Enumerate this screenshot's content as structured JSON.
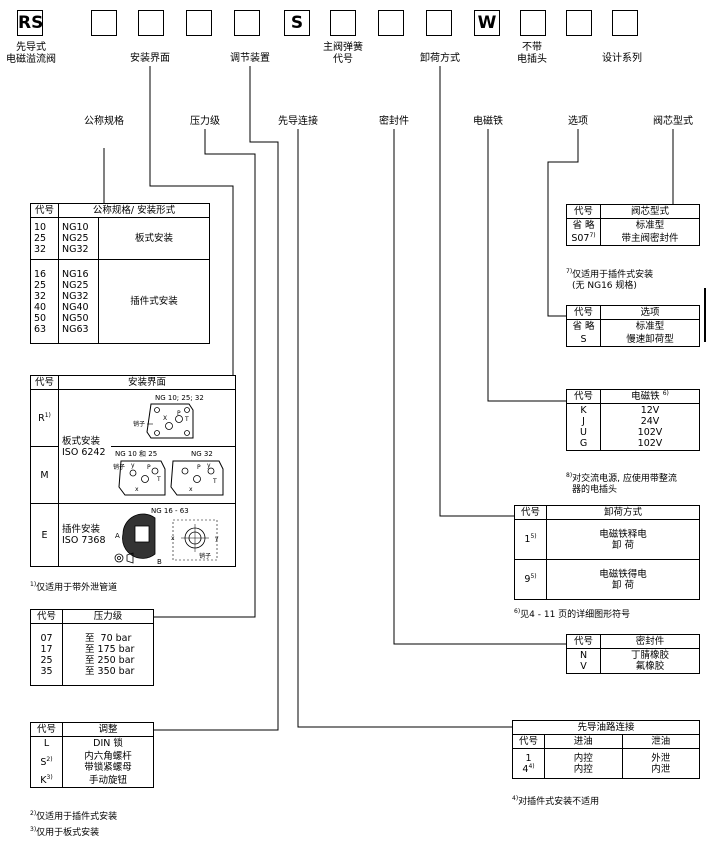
{
  "code_boxes": [
    "RS",
    "",
    "",
    "",
    "",
    "S",
    "",
    "",
    "",
    "W",
    "",
    "",
    ""
  ],
  "top_labels": {
    "pilot_valve": [
      "先导式",
      "电磁溢流阀"
    ],
    "mount_interface": "安装界面",
    "adjust_device": "调节装置",
    "main_spring": [
      "主阀弹簧",
      "代号"
    ],
    "unload_mode": "卸荷方式",
    "no_plug": [
      "不带",
      "电插头"
    ],
    "design_series": "设计系列"
  },
  "second_labels": {
    "nominal_size": "公称规格",
    "pressure_level": "压力级",
    "pilot_connection": "先导连接",
    "seal": "密封件",
    "solenoid": "电磁铁",
    "option": "选项",
    "core_type": "阀芯型式"
  },
  "size_table": {
    "head_code": "代号",
    "head_desc": "公称规格/ 安装形式",
    "group1": {
      "codes": [
        "10",
        "25",
        "32"
      ],
      "ng": [
        "NG10",
        "NG25",
        "NG32"
      ],
      "mount": "板式安装"
    },
    "group2": {
      "codes": [
        "16",
        "25",
        "32",
        "40",
        "50",
        "63"
      ],
      "ng": [
        "NG16",
        "NG25",
        "NG32",
        "NG40",
        "NG50",
        "NG63"
      ],
      "mount": "插件式安装"
    }
  },
  "interface_table": {
    "head_code": "代号",
    "head_desc": "安装界面",
    "rows": [
      {
        "code": "R",
        "sup": "1)"
      },
      {
        "code": "M"
      },
      {
        "code": "E"
      }
    ],
    "plate_mount": [
      "板式安装",
      "ISO 6242"
    ],
    "cartridge_mount": [
      "插件安装",
      "ISO 7368"
    ],
    "img_r_label": "NG 10; 25; 32",
    "img_m_label1": "NG 10 和 25",
    "img_m_label2": "NG 32",
    "img_e_label": "NG 16 - 63",
    "pin_label": "销子",
    "note": "仅适用于带外泄管道",
    "note_sup": "1)"
  },
  "pressure_table": {
    "head_code": "代号",
    "head_desc": "压力级",
    "codes": [
      "07",
      "17",
      "25",
      "35"
    ],
    "values": [
      "至  70 bar",
      "至 175 bar",
      "至 250 bar",
      "至 350 bar"
    ]
  },
  "adjust_table": {
    "head_code": "代号",
    "head_desc": "调整",
    "rows": [
      {
        "code": "L",
        "sup": "",
        "desc": [
          "DIN 锁"
        ]
      },
      {
        "code": "S",
        "sup": "2)",
        "desc": [
          "内六角螺杆",
          "带锁紧螺母"
        ]
      },
      {
        "code": "K",
        "sup": "3)",
        "desc": [
          "手动旋钮"
        ]
      }
    ],
    "note2": "仅适用于插件式安装",
    "note2_sup": "2)",
    "note3": "仅用于板式安装",
    "note3_sup": "3)"
  },
  "core_table": {
    "head_code": "代号",
    "head_desc": "阀芯型式",
    "rows": [
      {
        "code": "省 略",
        "sup": "",
        "desc": "标准型"
      },
      {
        "code": "S07",
        "sup": "7)",
        "desc": "带主阀密封件"
      }
    ],
    "note": [
      "仅适用于插件式安装",
      "(无 NG16 规格)"
    ],
    "note_sup": "7)"
  },
  "option_table": {
    "head_code": "代号",
    "head_desc": "选项",
    "rows": [
      {
        "code": "省 略",
        "desc": "标准型"
      },
      {
        "code": "S",
        "desc": "慢速卸荷型"
      }
    ]
  },
  "solenoid_table": {
    "head_code": "代号",
    "head_desc": "电磁铁",
    "head_sup": "6)",
    "codes": [
      "K",
      "J",
      "U",
      "G"
    ],
    "values": [
      "12V",
      "24V",
      "102V",
      "102V"
    ],
    "note": [
      "对交流电源, 应使用带整流",
      "器的电插头"
    ],
    "note_sup": "8)"
  },
  "unload_table": {
    "head_code": "代号",
    "head_desc": "卸荷方式",
    "rows": [
      {
        "code": "1",
        "sup": "5)",
        "desc": [
          "电磁铁释电",
          "卸 荷"
        ]
      },
      {
        "code": "9",
        "sup": "5)",
        "desc": [
          "电磁铁得电",
          "卸 荷"
        ]
      }
    ],
    "note": "见4 - 11 页的详细图形符号",
    "note_sup": "6)"
  },
  "seal_table": {
    "head_code": "代号",
    "head_desc": "密封件",
    "codes": [
      "N",
      "V"
    ],
    "values": [
      "丁腈橡胶",
      "氟橡胶"
    ]
  },
  "pilot_table": {
    "title": "先导油路连接",
    "head_code": "代号",
    "head_in": "进油",
    "head_out": "泄油",
    "rows": [
      {
        "code": "1",
        "sup": "",
        "in": "内控",
        "out": "外泄"
      },
      {
        "code": "4",
        "sup": "4)",
        "in": "内控",
        "out": "内泄"
      }
    ],
    "note": "对插件式安装不适用",
    "note_sup": "4)"
  }
}
